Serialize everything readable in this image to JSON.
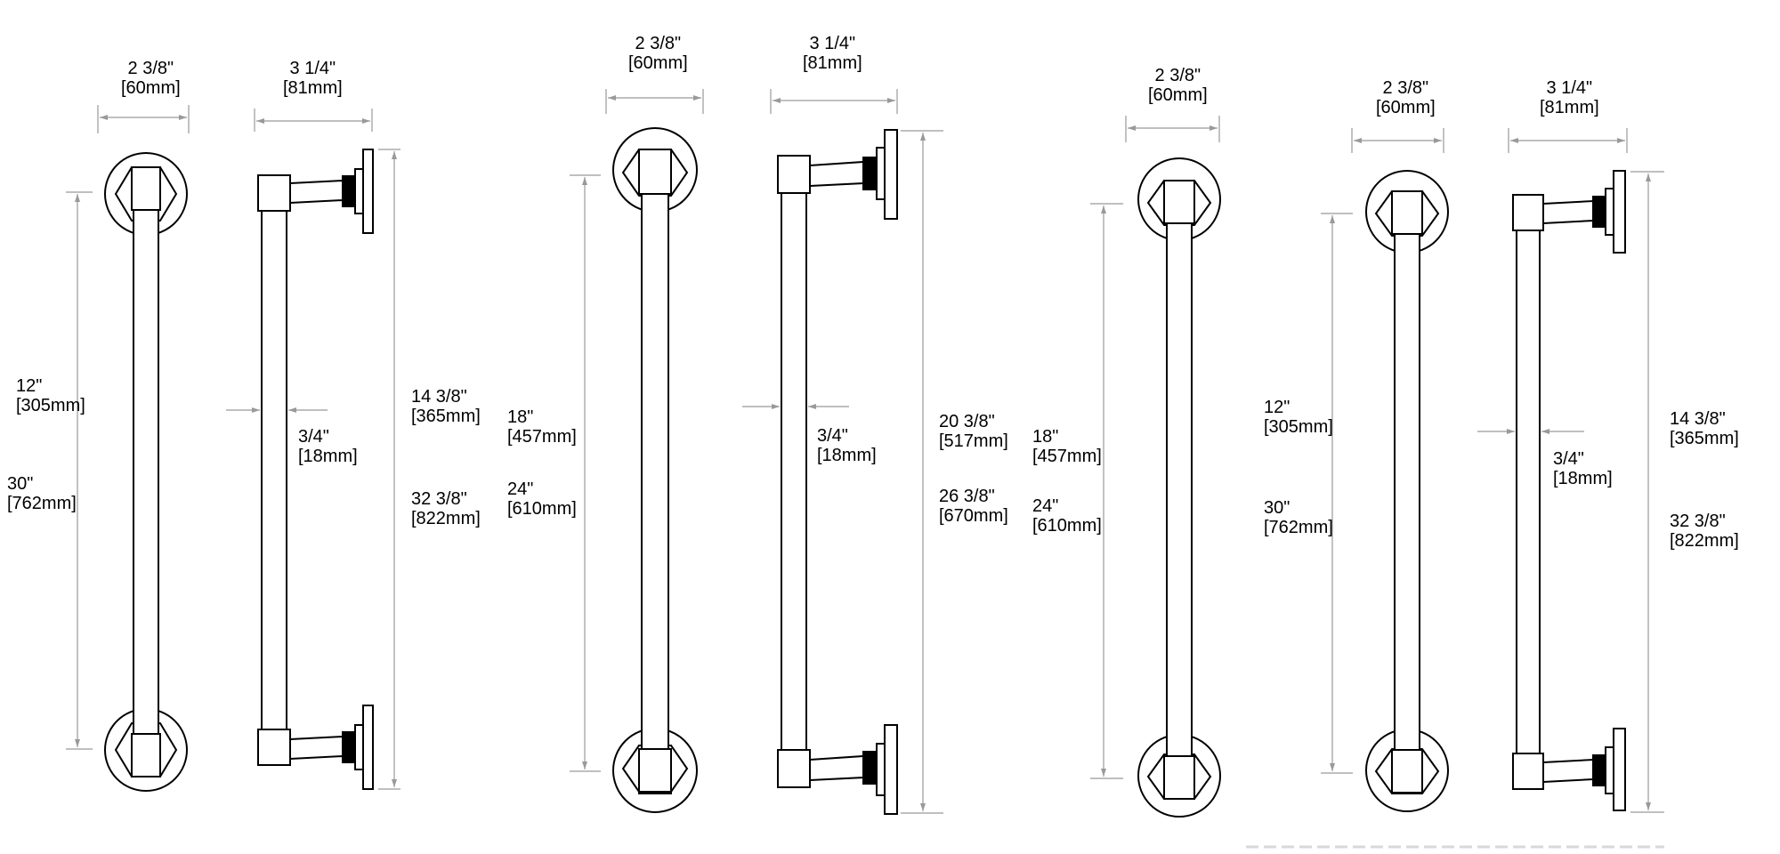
{
  "drawing_1": {
    "front_rosette_width": [
      "2 3/8\"",
      "[60mm]"
    ],
    "side_projection": [
      "3 1/4\"",
      "[81mm]"
    ],
    "bar_diameter": [
      "3/4\"",
      "[18mm]"
    ],
    "center_to_center": [
      [
        "12\"",
        "[305mm]"
      ],
      [
        "30\"",
        "[762mm]"
      ]
    ],
    "overall_length": [
      [
        "14 3/8\"",
        "[365mm]"
      ],
      [
        "32 3/8\"",
        "[822mm]"
      ]
    ]
  },
  "drawing_2": {
    "front_rosette_width": [
      "2 3/8\"",
      "[60mm]"
    ],
    "side_projection": [
      "3 1/4\"",
      "[81mm]"
    ],
    "bar_diameter": [
      "3/4\"",
      "[18mm]"
    ],
    "center_to_center": [
      [
        "18\"",
        "[457mm]"
      ],
      [
        "24\"",
        "[610mm]"
      ]
    ],
    "overall_length": [
      [
        "20 3/8\"",
        "[517mm]"
      ],
      [
        "26 3/8\"",
        "[670mm]"
      ]
    ]
  },
  "drawing_3": {
    "front_rosette_width": [
      "2 3/8\"",
      "[60mm]"
    ],
    "center_to_center": [
      [
        "18\"",
        "[457mm]"
      ],
      [
        "24\"",
        "[610mm]"
      ]
    ]
  },
  "drawing_4": {
    "front_rosette_width": [
      "2 3/8\"",
      "[60mm]"
    ],
    "side_projection": [
      "3 1/4\"",
      "[81mm]"
    ],
    "bar_diameter": [
      "3/4\"",
      "[18mm]"
    ],
    "center_to_center": [
      [
        "12\"",
        "[305mm]"
      ],
      [
        "30\"",
        "[762mm]"
      ]
    ],
    "overall_length": [
      [
        "14 3/8\"",
        "[365mm]"
      ],
      [
        "32 3/8\"",
        "[822mm]"
      ]
    ]
  },
  "colors": {
    "line": "#000000",
    "dimension": "#999999",
    "background": "#ffffff"
  }
}
